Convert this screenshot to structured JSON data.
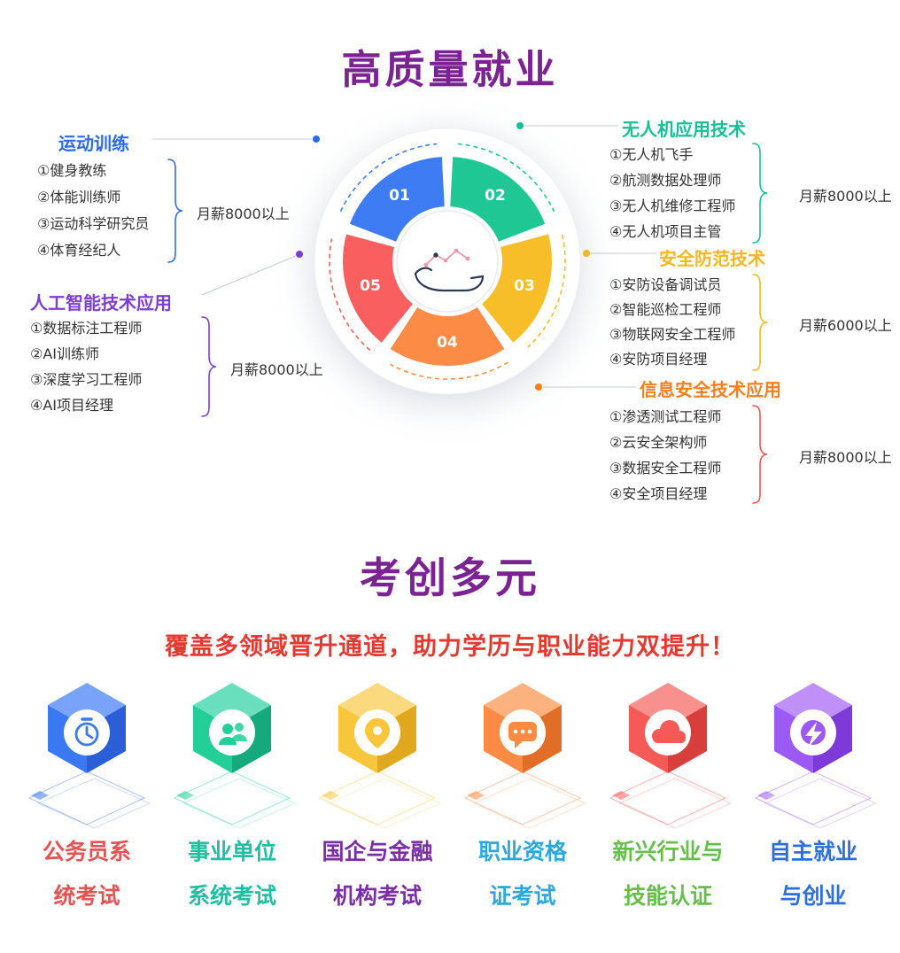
{
  "employment": {
    "title": "高质量就业",
    "title_color": "#7a2391",
    "donut": {
      "segments": [
        {
          "number": "01",
          "color": "#3e7cf3"
        },
        {
          "number": "02",
          "color": "#1fc795"
        },
        {
          "number": "03",
          "color": "#f8be2a"
        },
        {
          "number": "04",
          "color": "#fc8b45"
        },
        {
          "number": "05",
          "color": "#f95f5f"
        }
      ]
    },
    "groups": [
      {
        "title": "运动训练",
        "color": "#2e6be0",
        "brace_color": "#2e6be0",
        "items": [
          "①健身教练",
          "②体能训练师",
          "③运动科学研究员",
          "④体育经纪人"
        ],
        "salary": "月薪8000以上"
      },
      {
        "title": "无人机应用技术",
        "color": "#17bf97",
        "brace_color": "#17bf97",
        "items": [
          "①无人机飞手",
          "②航测数据处理师",
          "③无人机维修工程师",
          "④无人机项目主管"
        ],
        "salary": "月薪8000以上"
      },
      {
        "title": "安全防范技术",
        "color": "#f5b71f",
        "brace_color": "#f5b71f",
        "items": [
          "①安防设备调试员",
          "②智能巡检工程师",
          "③物联网安全工程师",
          "④安防项目经理"
        ],
        "salary": "月薪6000以上"
      },
      {
        "title": "信息安全技术应用",
        "color": "#fa7d1e",
        "brace_color": "#f25050",
        "items": [
          "①渗透测试工程师",
          "②云安全架构师",
          "③数据安全工程师",
          "④安全项目经理"
        ],
        "salary": "月薪8000以上"
      },
      {
        "title": "人工智能技术应用",
        "color": "#7c3ed2",
        "brace_color": "#7c3ed2",
        "items": [
          "①数据标注工程师",
          "②AI训练师",
          "③深度学习工程师",
          "④AI项目经理"
        ],
        "salary": "月薪8000以上"
      }
    ]
  },
  "exams": {
    "title": "考创多元",
    "title_color": "#7a2391",
    "subtitle": "覆盖多领域晋升通道，助力学历与职业能力双提升！",
    "subtitle_color": "#e23a30",
    "cards": [
      {
        "icon": "stopwatch-icon",
        "color": "#3b79f3",
        "color_light": "#79a3f8",
        "color_dark": "#2a5fd8",
        "label1": "公务员系",
        "label2": "统考试",
        "text_color": "#e65252"
      },
      {
        "icon": "users-icon",
        "color": "#23ce97",
        "color_light": "#6adfbd",
        "color_dark": "#16a97d",
        "label1": "事业单位",
        "label2": "系统考试",
        "text_color": "#1fbfa2"
      },
      {
        "icon": "location-pin-icon",
        "color": "#f8c63b",
        "color_light": "#fbd97f",
        "color_dark": "#dfa81f",
        "label1": "国企与金融",
        "label2": "机构考试",
        "text_color": "#7b2fa5"
      },
      {
        "icon": "chat-bubble-icon",
        "color": "#fb8b44",
        "color_light": "#fcb27f",
        "color_dark": "#e06e26",
        "label1": "职业资格",
        "label2": "证考试",
        "text_color": "#2ba8dc"
      },
      {
        "icon": "cloud-icon",
        "color": "#f55a57",
        "color_light": "#f8918e",
        "color_dark": "#d83f3c",
        "label1": "新兴行业与",
        "label2": "技能认证",
        "text_color": "#67be4d"
      },
      {
        "icon": "head-bolt-icon",
        "color": "#9c59f4",
        "color_light": "#bf91f8",
        "color_dark": "#7d3ad8",
        "label1": "自主就业",
        "label2": "与创业",
        "text_color": "#2e6fd9"
      }
    ]
  }
}
